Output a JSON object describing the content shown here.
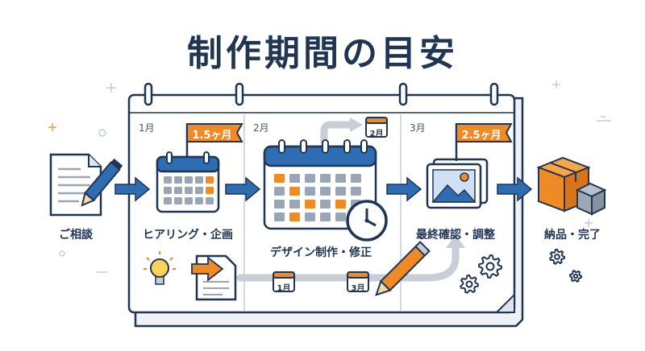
{
  "title": "制作期間の目安",
  "months": [
    "1月",
    "2月",
    "3月"
  ],
  "steps": [
    {
      "label": "ご相談"
    },
    {
      "label": "ヒアリング・企画",
      "duration": "1.5ヶ月"
    },
    {
      "label": "デザイン制作・修正"
    },
    {
      "label": "最終確認・調整",
      "duration": "2.5ヶ月"
    },
    {
      "label": "納品・完了"
    }
  ],
  "mini_calendars": [
    "2月",
    "1月",
    "3月"
  ],
  "colors": {
    "navy": "#1f3552",
    "blue": "#2f6db3",
    "orange": "#f08a24",
    "gray": "#c8ced6"
  },
  "icons": [
    "document-icon",
    "calendar-icon",
    "clock-icon",
    "image-icon",
    "box-icon",
    "lightbulb-icon",
    "pencil-icon",
    "gear-icon"
  ]
}
